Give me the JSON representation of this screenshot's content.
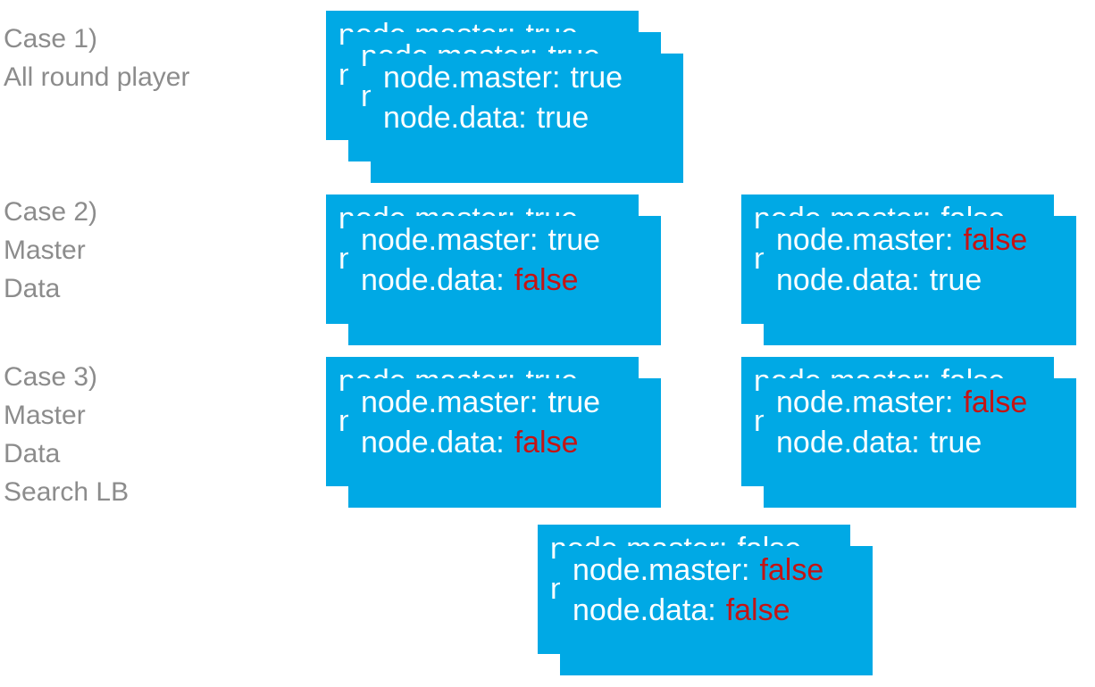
{
  "colors": {
    "background": "#ffffff",
    "card_blue": "#00a9e5",
    "text_white": "#fbfeff",
    "text_red": "#c41414",
    "label_gray": "#8c8c8c"
  },
  "case_labels": [
    {
      "lines": [
        "Case 1)",
        "All round player"
      ]
    },
    {
      "lines": [
        "Case 2)",
        "Master",
        "Data"
      ]
    },
    {
      "lines": [
        "Case 3)",
        "Master",
        "Data",
        "Search LB"
      ]
    }
  ],
  "node_stacks": [
    {
      "name": "case1-all-round-player",
      "card_count": 3,
      "settings": [
        {
          "label": "node.master:",
          "value": "true",
          "value_color": "white"
        },
        {
          "label": "node.data:",
          "value": "true",
          "value_color": "white"
        }
      ]
    },
    {
      "name": "case2-master-node",
      "card_count": 2,
      "settings": [
        {
          "label": "node.master:",
          "value": "true",
          "value_color": "white"
        },
        {
          "label": "node.data:",
          "value": "false",
          "value_color": "red"
        }
      ]
    },
    {
      "name": "case2-data-node",
      "card_count": 2,
      "settings": [
        {
          "label": "node.master:",
          "value": "false",
          "value_color": "red"
        },
        {
          "label": "node.data:",
          "value": "true",
          "value_color": "white"
        }
      ]
    },
    {
      "name": "case3-master-node",
      "card_count": 2,
      "settings": [
        {
          "label": "node.master:",
          "value": "true",
          "value_color": "white"
        },
        {
          "label": "node.data:",
          "value": "false",
          "value_color": "red"
        }
      ]
    },
    {
      "name": "case3-data-node",
      "card_count": 2,
      "settings": [
        {
          "label": "node.master:",
          "value": "false",
          "value_color": "red"
        },
        {
          "label": "node.data:",
          "value": "true",
          "value_color": "white"
        }
      ]
    },
    {
      "name": "case3-search-lb-node",
      "card_count": 2,
      "settings": [
        {
          "label": "node.master:",
          "value": "false",
          "value_color": "red"
        },
        {
          "label": "node.data:",
          "value": "false",
          "value_color": "red"
        }
      ]
    }
  ]
}
